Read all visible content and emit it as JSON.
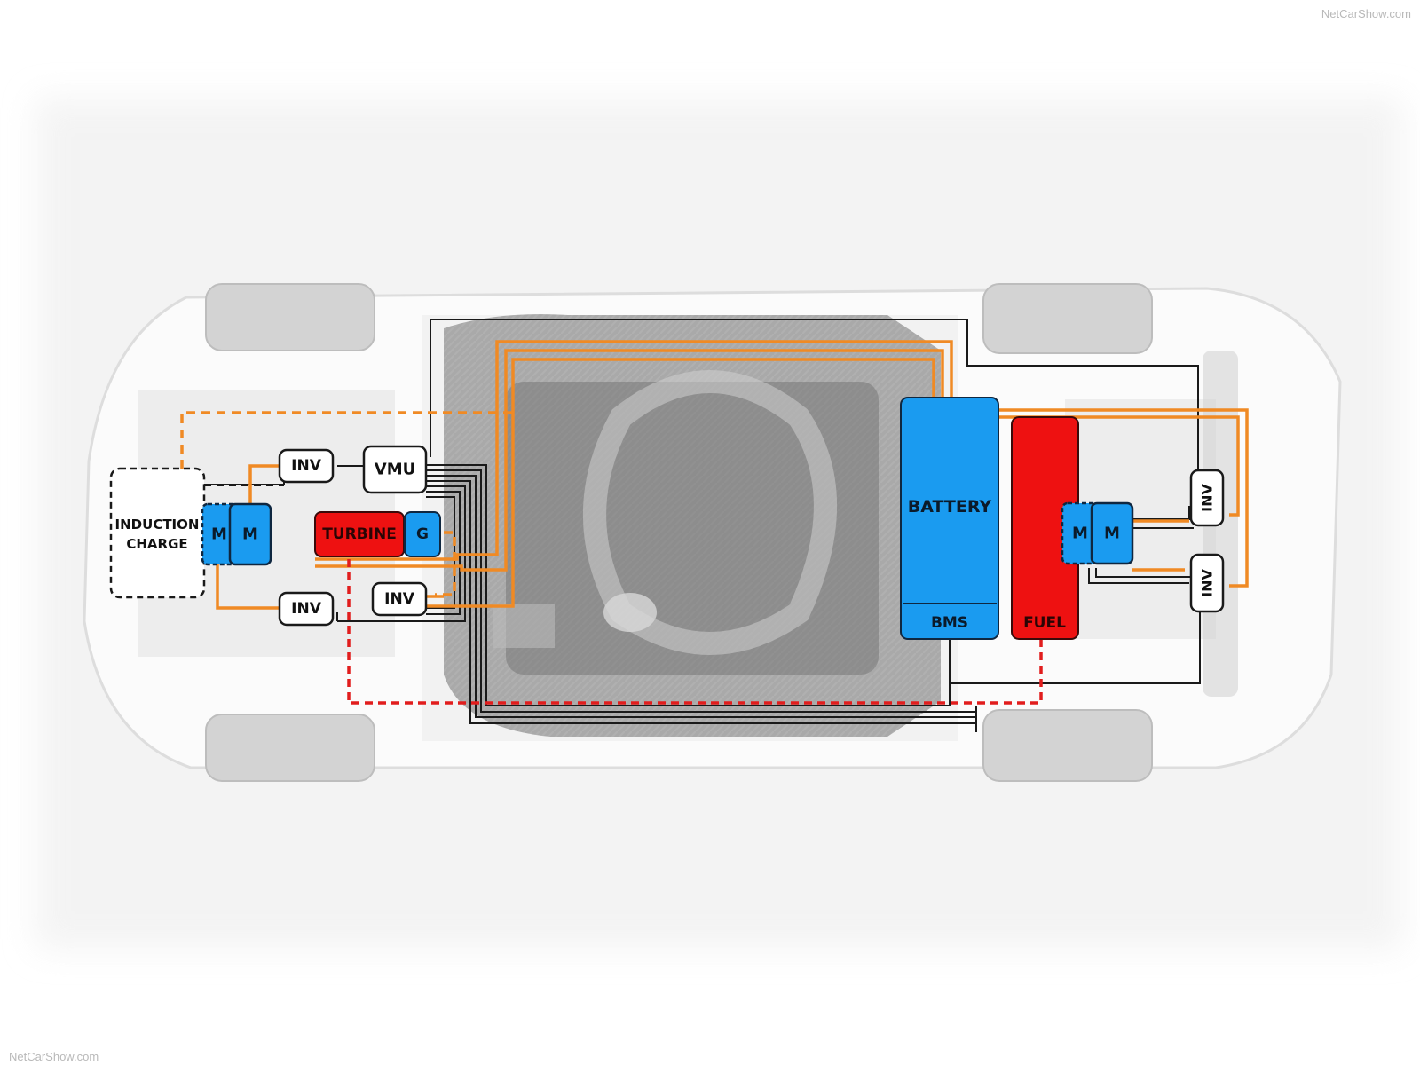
{
  "watermarks": {
    "top_right": "NetCarShow.com",
    "bottom_left": "NetCarShow.com"
  },
  "components": {
    "induction_charge_line1": "INDUCTION",
    "induction_charge_line2": "CHARGE",
    "front_motor_a": "M",
    "front_motor_b": "M",
    "inv_top": "INV",
    "vmu": "VMU",
    "turbine": "TURBINE",
    "generator": "G",
    "inv_bottom_left": "INV",
    "inv_bottom_mid": "INV",
    "battery": "BATTERY",
    "bms": "BMS",
    "fuel": "FUEL",
    "rear_motor_a": "M",
    "rear_motor_b": "M",
    "inv_rear_top": "INV",
    "inv_rear_bottom": "INV"
  },
  "colors": {
    "power_line": "#f08a24",
    "signal_line": "#1a1a1a",
    "fuel_line": "#e11d1d",
    "electric_unit": "#1a9bf0",
    "combustion_unit": "#ee1111",
    "control_unit": "#ffffff"
  }
}
